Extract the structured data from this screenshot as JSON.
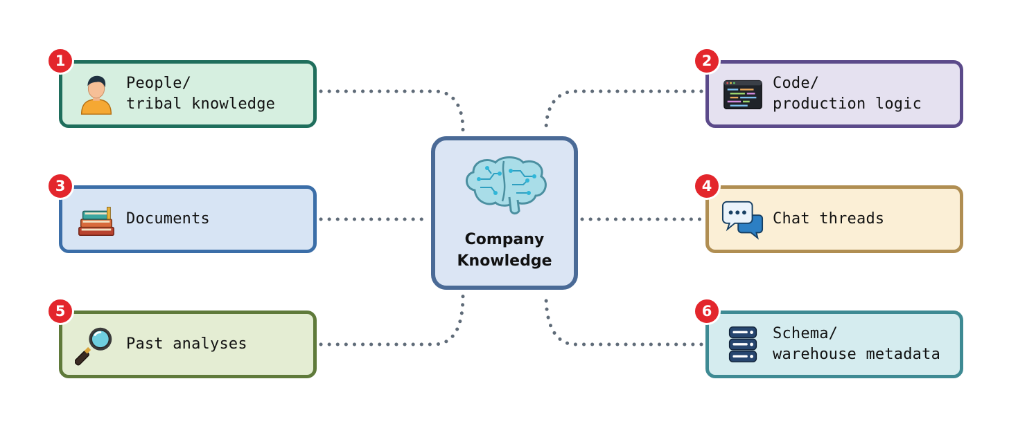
{
  "center": {
    "title": "Company\nKnowledge",
    "icon": "brain-circuit-icon",
    "fill": "#dbe5f4",
    "border": "#4a6a96"
  },
  "connector_color": "#5f6b78",
  "badge_color": "#e3262c",
  "nodes": [
    {
      "number": "1",
      "label": "People/\ntribal knowledge",
      "icon": "person-icon",
      "fill": "#d6efe0",
      "border": "#1f6e5c"
    },
    {
      "number": "2",
      "label": "Code/\nproduction logic",
      "icon": "code-editor-icon",
      "fill": "#e5e1f0",
      "border": "#5b4a8a"
    },
    {
      "number": "3",
      "label": "Documents",
      "icon": "books-icon",
      "fill": "#d7e4f4",
      "border": "#3b6ea8"
    },
    {
      "number": "4",
      "label": "Chat threads",
      "icon": "chat-bubbles-icon",
      "fill": "#fbefd6",
      "border": "#b08e52"
    },
    {
      "number": "5",
      "label": "Past analyses",
      "icon": "magnifier-icon",
      "fill": "#e4edd3",
      "border": "#5f7a3a"
    },
    {
      "number": "6",
      "label": "Schema/\nwarehouse metadata",
      "icon": "database-icon",
      "fill": "#d5ecef",
      "border": "#3e8a93"
    }
  ]
}
